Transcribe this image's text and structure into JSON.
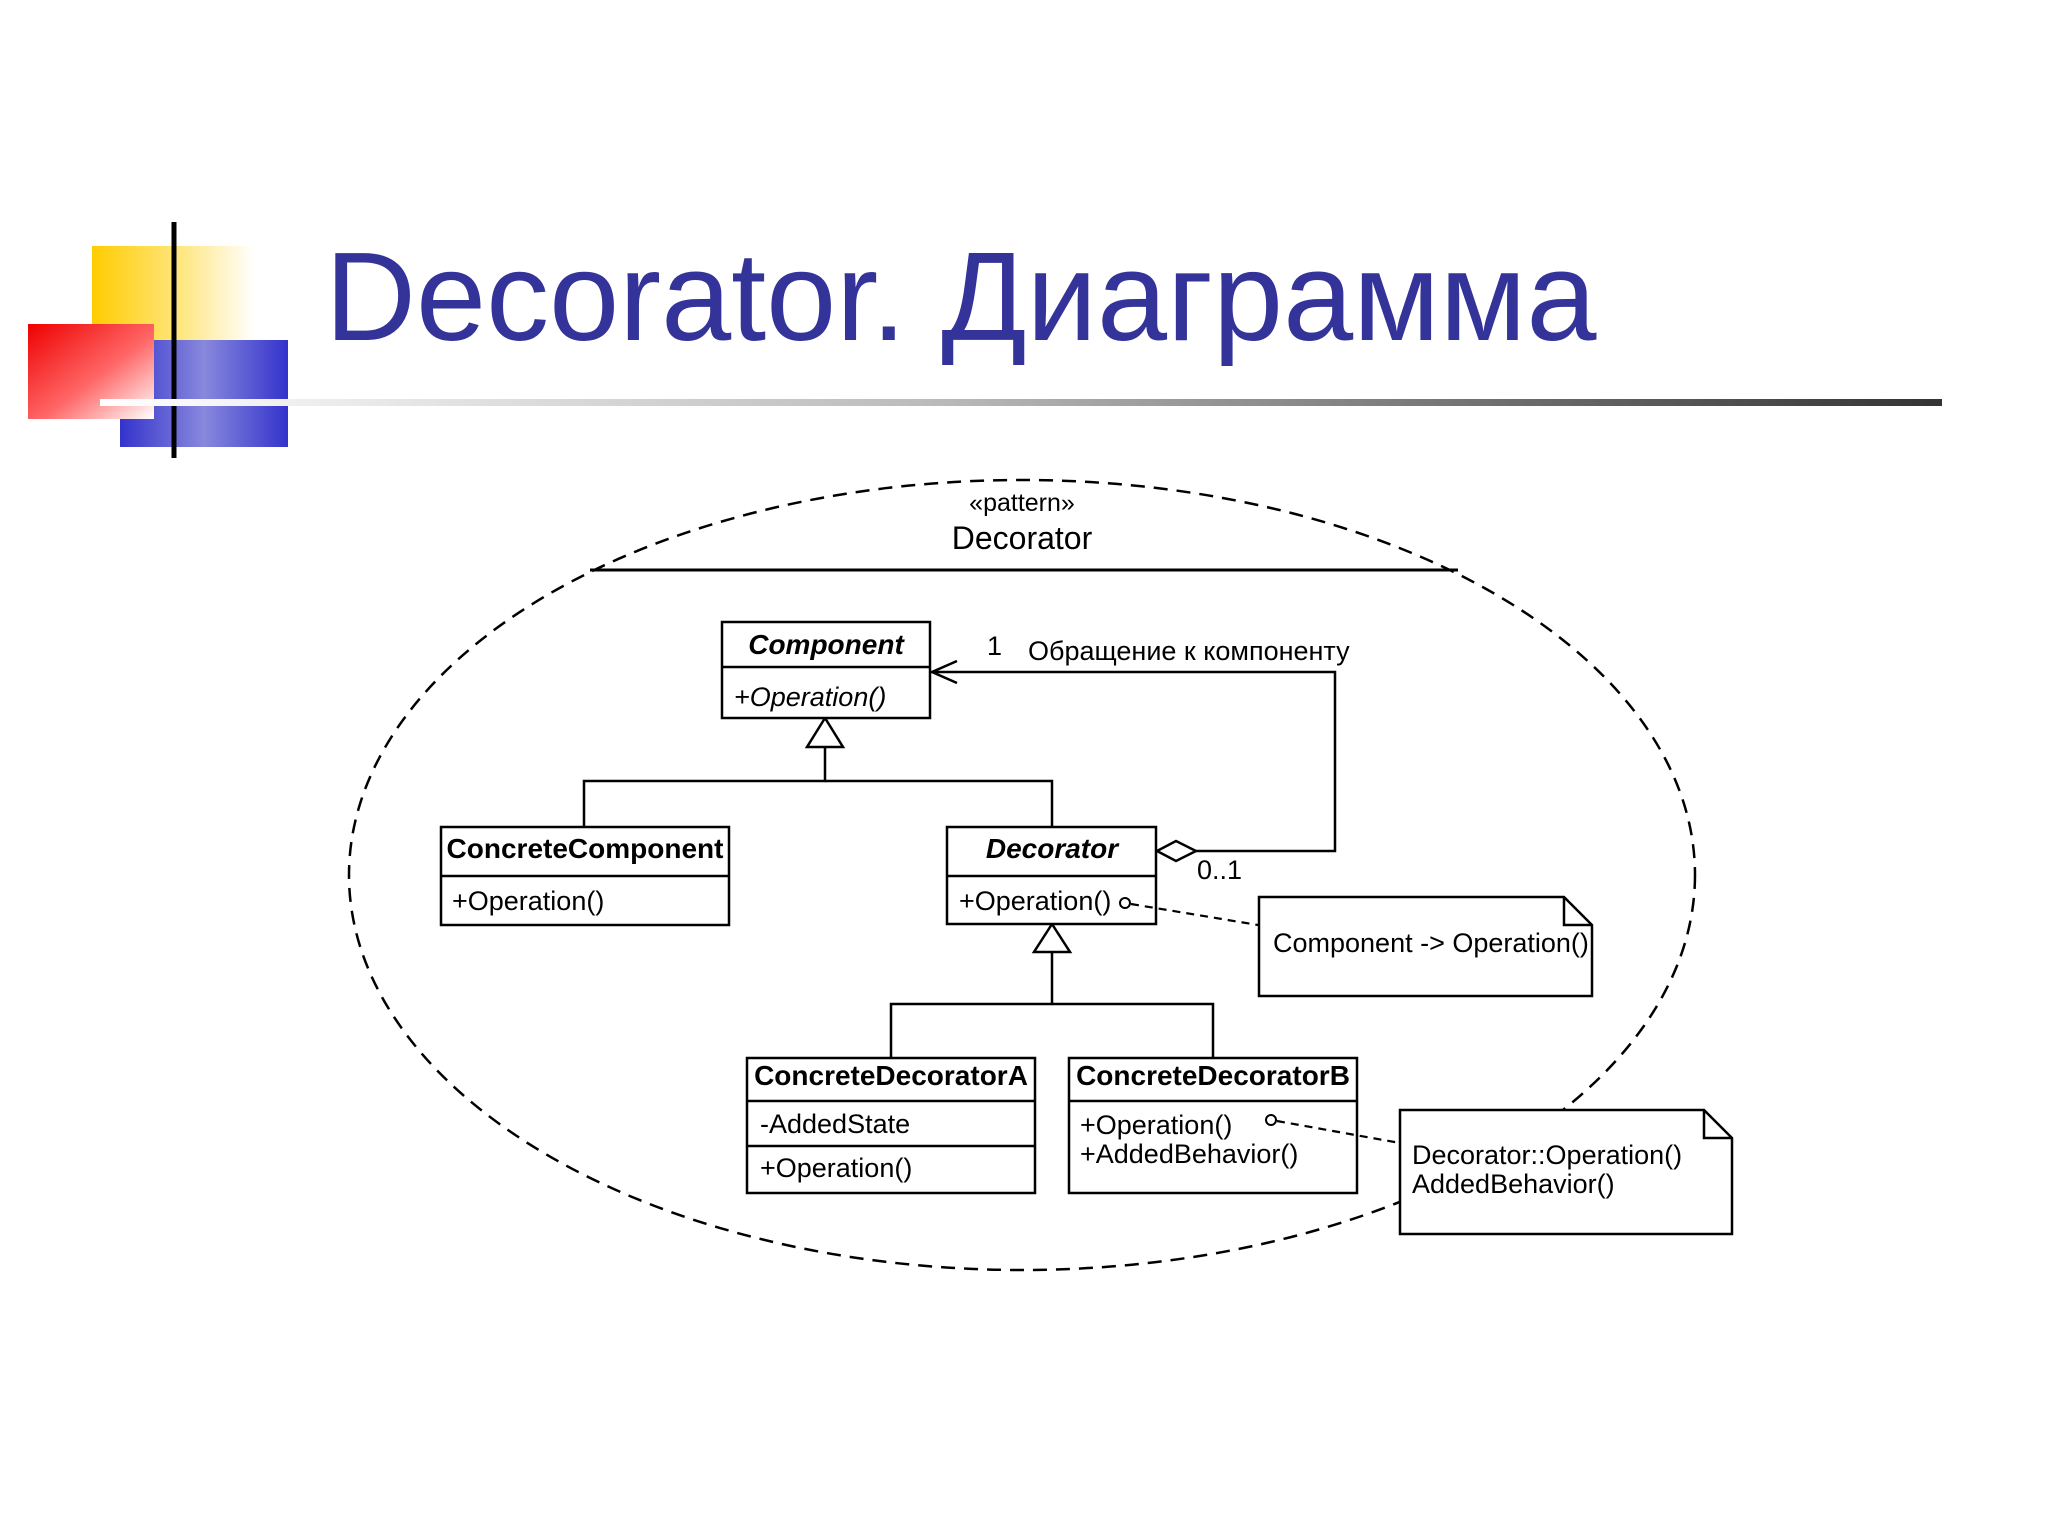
{
  "slide": {
    "title": "Decorator. Диаграмма",
    "colors": {
      "title": "#333399",
      "yellow": "#FFCC00",
      "red": "#FF0000",
      "blue": "#3333CC",
      "rule_dark": "#333333"
    }
  },
  "diagram": {
    "stereotype": "«pattern»",
    "pattern_name": "Decorator",
    "classes": {
      "component": {
        "name": "Component",
        "operations": [
          "+Operation()"
        ]
      },
      "concrete_component": {
        "name": "ConcreteComponent",
        "operations": [
          "+Operation()"
        ]
      },
      "decorator": {
        "name": "Decorator",
        "operations": [
          "+Operation()"
        ]
      },
      "concrete_decorator_a": {
        "name": "ConcreteDecoratorA",
        "attributes": [
          "-AddedState"
        ],
        "operations": [
          "+Operation()"
        ]
      },
      "concrete_decorator_b": {
        "name": "ConcreteDecoratorB",
        "operations": [
          "+Operation()",
          "+AddedBehavior()"
        ]
      }
    },
    "association": {
      "label": "Обращение к компоненту",
      "multiplicity_target": "1",
      "multiplicity_source": "0..1"
    },
    "notes": {
      "decorator_note": [
        "Component -> Operation()"
      ],
      "concrete_b_note": [
        "Decorator::Operation()",
        "AddedBehavior()"
      ]
    }
  }
}
